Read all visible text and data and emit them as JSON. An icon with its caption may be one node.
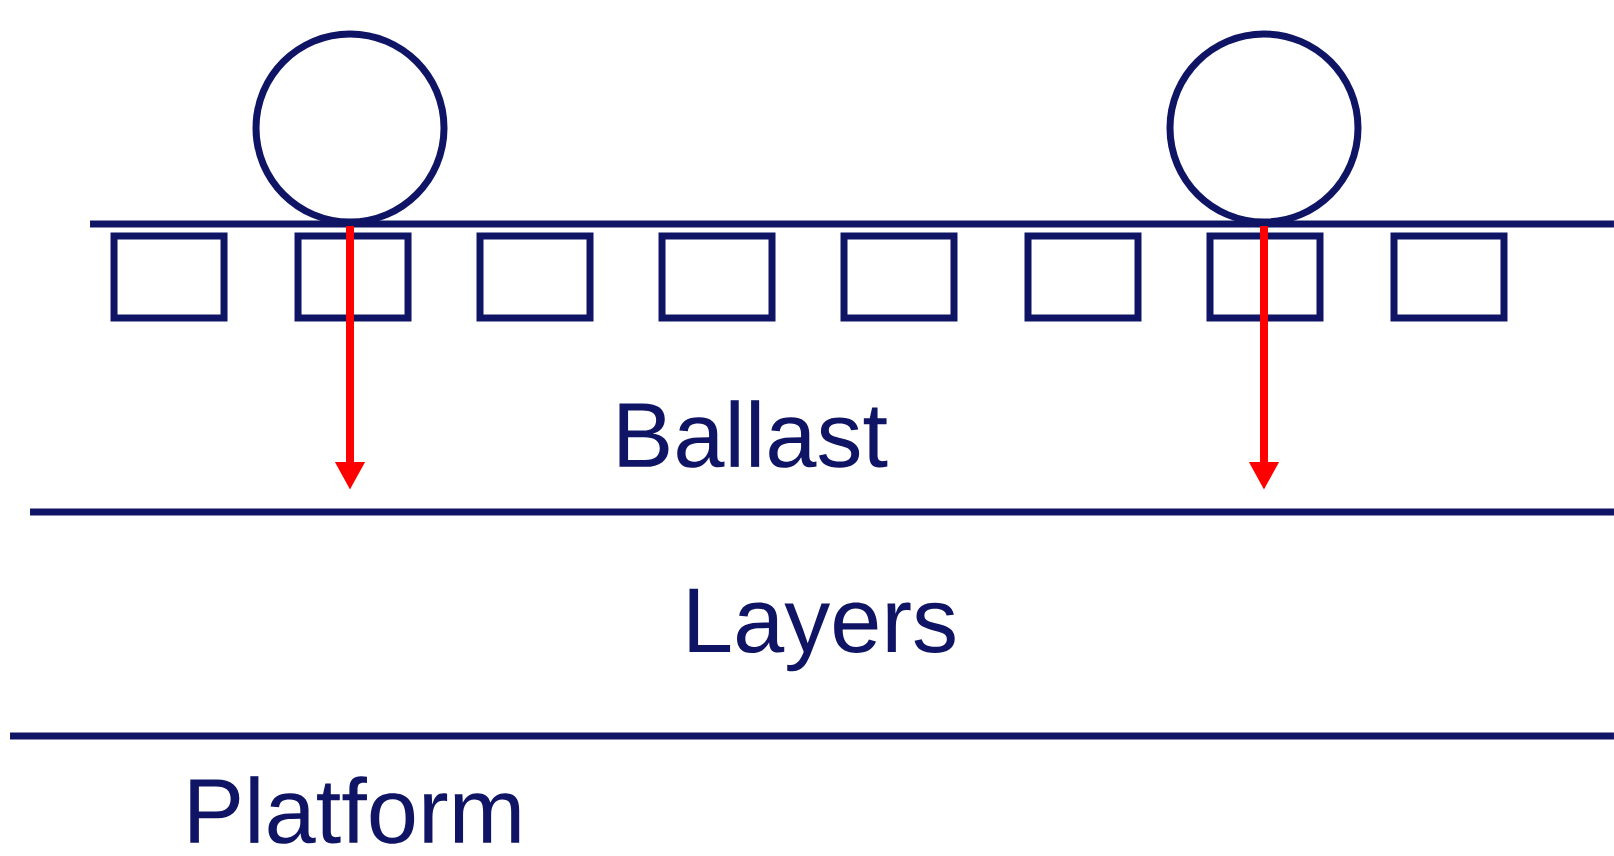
{
  "diagram": {
    "labels": [
      "Ballast",
      "Layers",
      "Platform"
    ]
  }
}
